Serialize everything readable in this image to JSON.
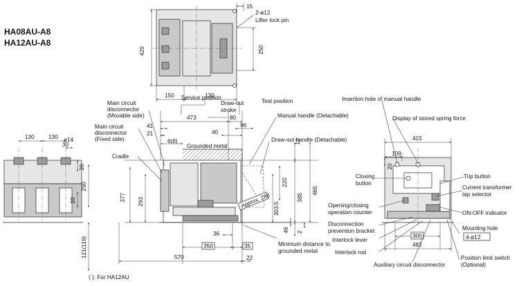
{
  "models": {
    "line1": "HA08AU-A8",
    "line2": "HA12AU-A8"
  },
  "footnote": "(  ): For HA12AU",
  "labels": {
    "lifter_hole": "2-ø12",
    "lifter_text": "Lifter lock pin",
    "service": "Service position",
    "drawout_1": "Draw-out",
    "drawout_2": "stroke",
    "test": "Test position",
    "manual_handle": "Manual handle (Detachable)",
    "drawout_handle": "Draw-out handle (Detachable)",
    "mcd_movable_1": "Main circuit",
    "mcd_movable_2": "disconnector",
    "mcd_movable_3": "(Movable side)",
    "mcd_fixed_1": "Main circuit",
    "mcd_fixed_2": "disconnector",
    "mcd_fixed_3": "(Fixed side)",
    "cradle": "Cradle",
    "grounded_metal": "Grounded metal",
    "approx": "Approx. 280",
    "insertion": "Insertion hole of manual handle",
    "stored_spring": "Display of stored spring force",
    "closing_1": "Closing",
    "closing_2": "button",
    "trip": "Trip button",
    "ct_1": "Current transformer",
    "ct_2": "tap selector",
    "onoff": "ON-OFF indicator",
    "counter_1": "Opening/closing",
    "counter_2": "operation counter",
    "prevention_1": "Disconnection",
    "prevention_2": "prevention bracket",
    "lever": "Interlock lever",
    "rod": "Interlock rod",
    "mounting": "Mounting hole",
    "mounting_hole": "4-ø12",
    "aux": "Auxiliary circuit disconnector",
    "min_dist_1": "Minimum distance to",
    "min_dist_2": "grounded metal",
    "pos_switch_1": "Position limit switch",
    "pos_switch_2": "(Optional)"
  },
  "dims": {
    "top_15": "15",
    "top_420": "420",
    "top_250": "250",
    "top_150": "150",
    "top_130": "130",
    "front_130a": "130",
    "front_130b": "130",
    "front_30": "30",
    "front_d14": "ø14",
    "front_20a": "20",
    "front_290": "290",
    "front_20b": "20",
    "front_121": "121(119)",
    "side_473": "473",
    "side_80": "80",
    "side_41": "41",
    "side_21": "21",
    "side_40": "40",
    "side_96": "96",
    "side_68": "6(8)",
    "side_10": "10",
    "side_220": "220",
    "side_385": "385",
    "side_465": "465",
    "side_3035": "303.5",
    "side_377": "377",
    "side_293": "293",
    "side_46": "46",
    "side_2": "2",
    "side_36": "36",
    "side_350": "350",
    "side_35": "35",
    "side_570": "570",
    "side_22": "22",
    "right_415": "415",
    "right_109": "109",
    "right_20": "20",
    "right_300": "300",
    "right_482": "482"
  }
}
